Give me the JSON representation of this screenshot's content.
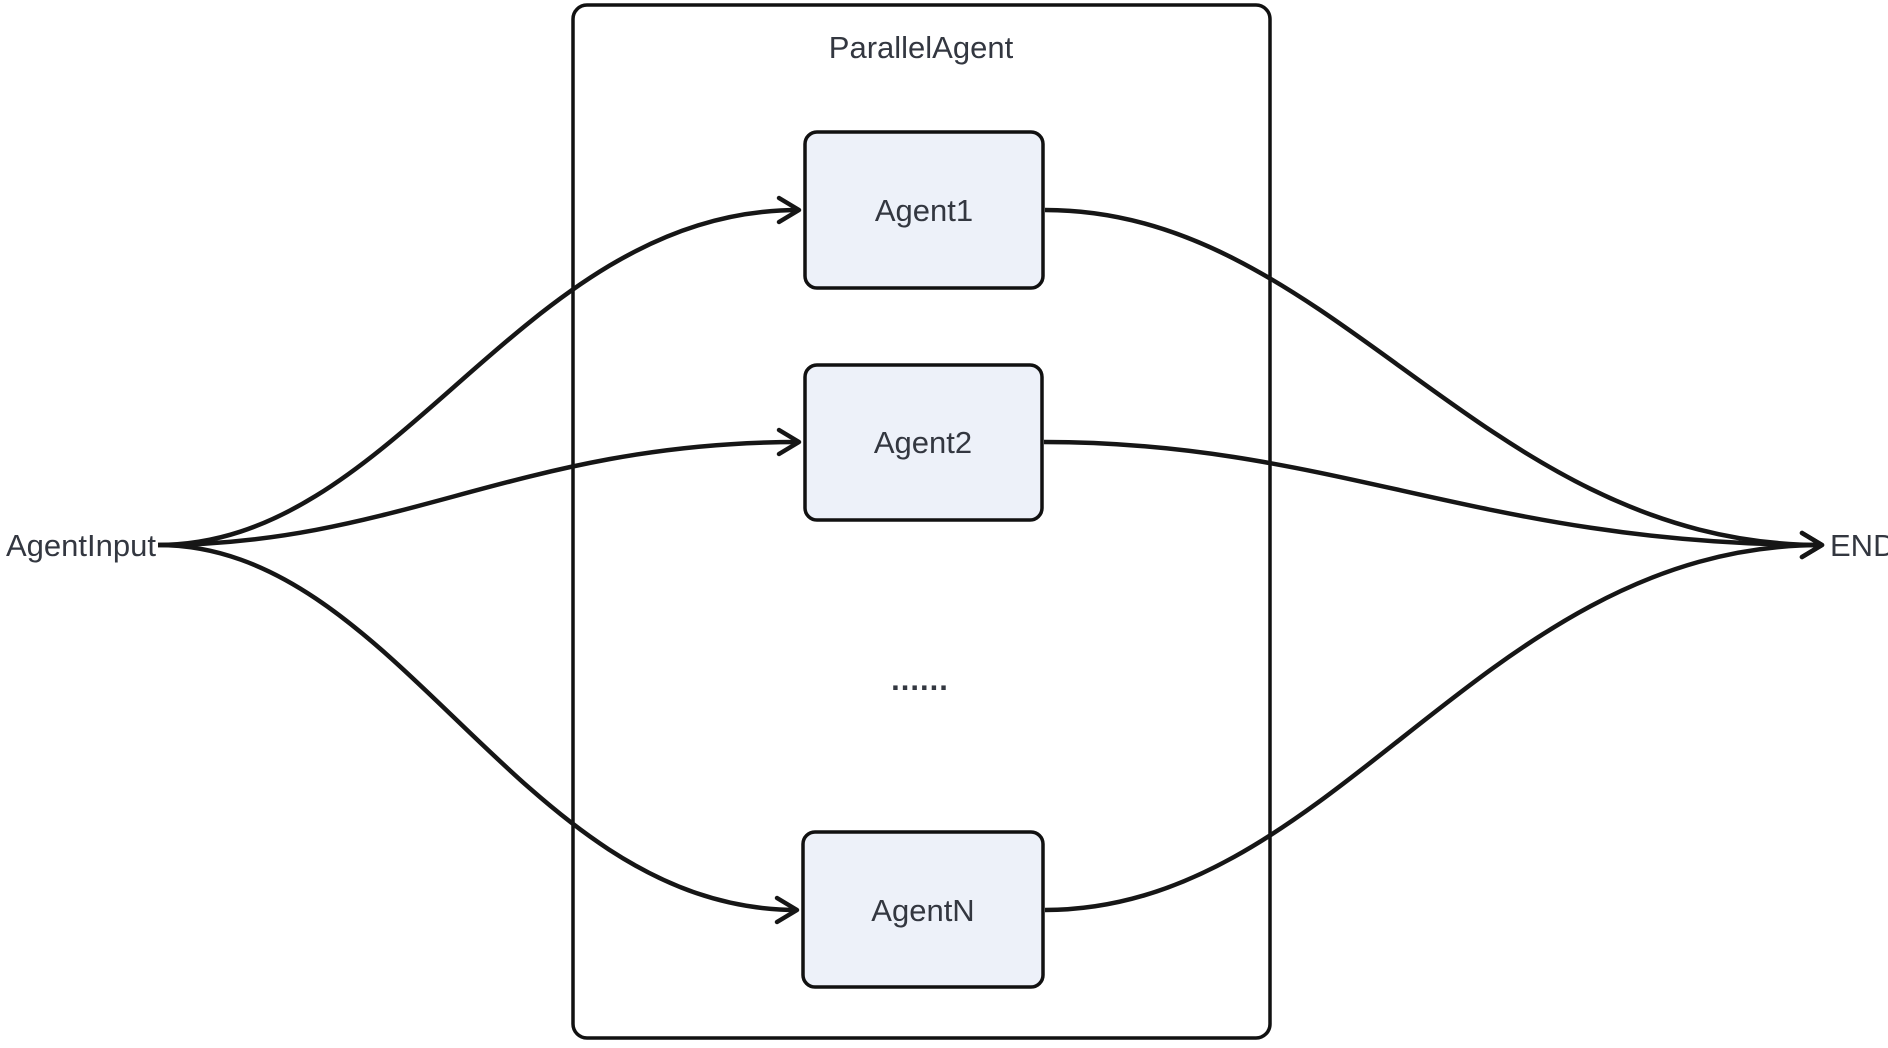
{
  "diagram": {
    "type": "flowchart",
    "direction": "left-right",
    "container": {
      "label": "ParallelAgent"
    },
    "nodes": {
      "input": {
        "label": "AgentInput",
        "kind": "text"
      },
      "agent1": {
        "label": "Agent1",
        "kind": "box"
      },
      "agent2": {
        "label": "Agent2",
        "kind": "box"
      },
      "ellipsis": {
        "label": "......",
        "kind": "text"
      },
      "agentN": {
        "label": "AgentN",
        "kind": "box"
      },
      "end": {
        "label": "END",
        "kind": "text"
      }
    },
    "edges": [
      {
        "from": "AgentInput",
        "to": "Agent1",
        "arrow": true
      },
      {
        "from": "AgentInput",
        "to": "Agent2",
        "arrow": true
      },
      {
        "from": "AgentInput",
        "to": "AgentN",
        "arrow": true
      },
      {
        "from": "Agent1",
        "to": "END",
        "arrow": true
      },
      {
        "from": "Agent2",
        "to": "END",
        "arrow": true
      },
      {
        "from": "AgentN",
        "to": "END",
        "arrow": true
      }
    ],
    "colors": {
      "node_fill": "#edf1f9",
      "node_border": "#111111",
      "edge_stroke": "#161616",
      "label_text": "#333740",
      "container_fill": "#ffffff",
      "container_border": "#111111",
      "background": "#ffffff"
    }
  }
}
